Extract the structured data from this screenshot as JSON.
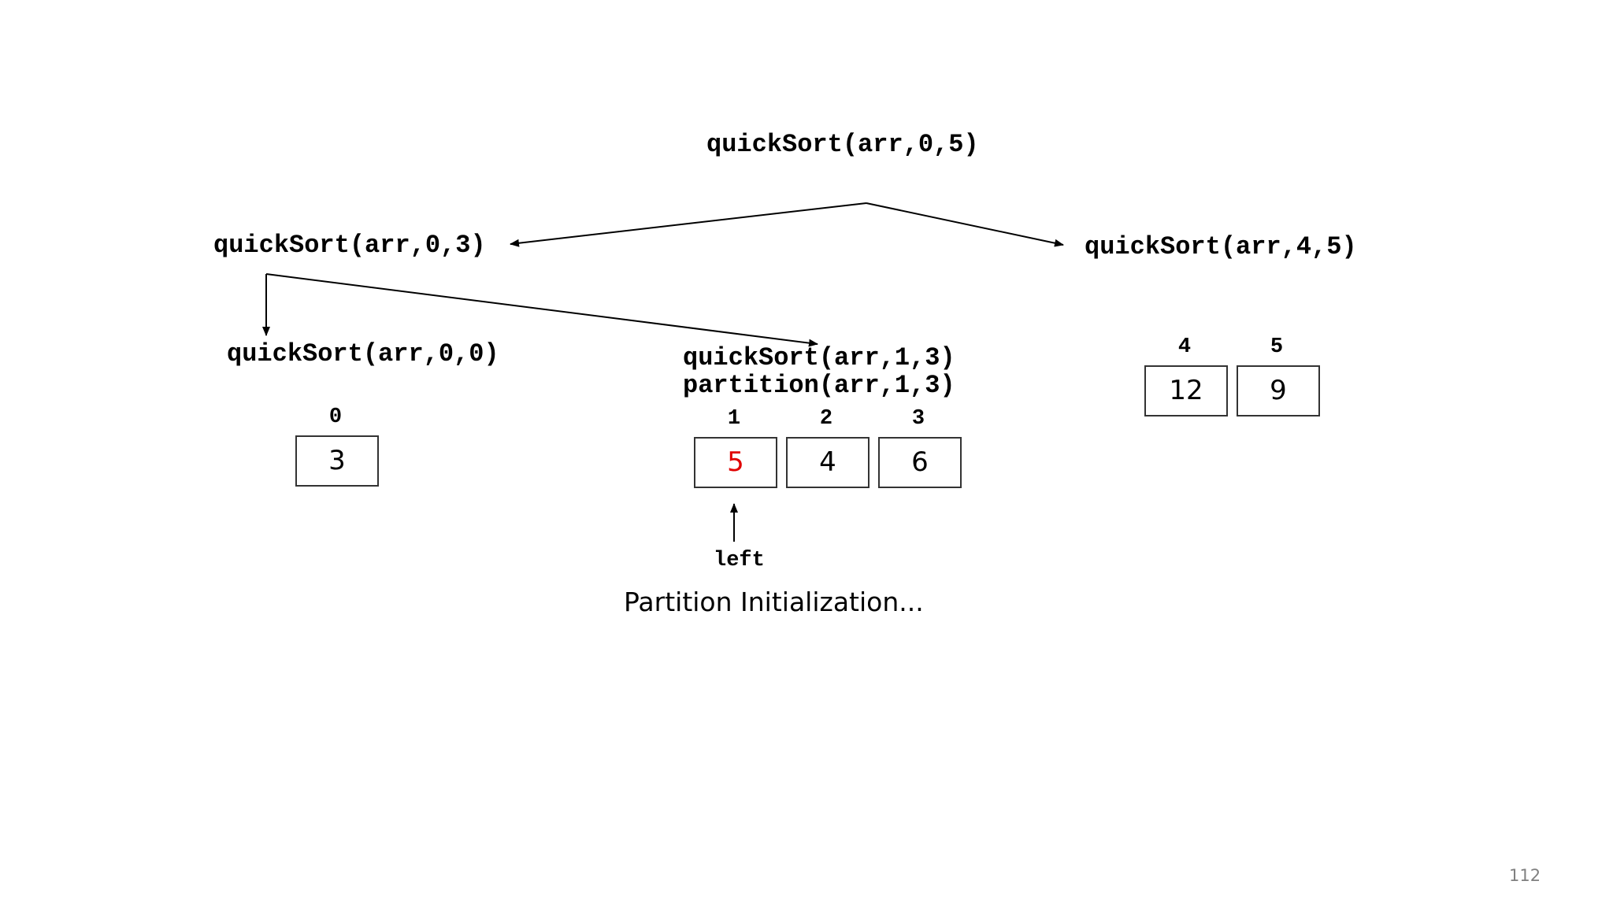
{
  "calls": {
    "root": "quickSort(arr,0,5)",
    "left": "quickSort(arr,0,3)",
    "right": "quickSort(arr,4,5)",
    "left_left": "quickSort(arr,0,0)",
    "left_right": "quickSort(arr,1,3)",
    "partition": "partition(arr,1,3)"
  },
  "arrays": {
    "single": {
      "indices": [
        "0"
      ],
      "values": [
        "3"
      ]
    },
    "middle": {
      "indices": [
        "1",
        "2",
        "3"
      ],
      "values": [
        "5",
        "4",
        "6"
      ]
    },
    "right": {
      "indices": [
        "4",
        "5"
      ],
      "values": [
        "12",
        "9"
      ]
    }
  },
  "colors": {
    "highlight": "#e00000",
    "line": "#000000",
    "box_border": "#333333"
  },
  "pointer": {
    "label": "left"
  },
  "caption": "Partition Initialization...",
  "slide_number": "112"
}
